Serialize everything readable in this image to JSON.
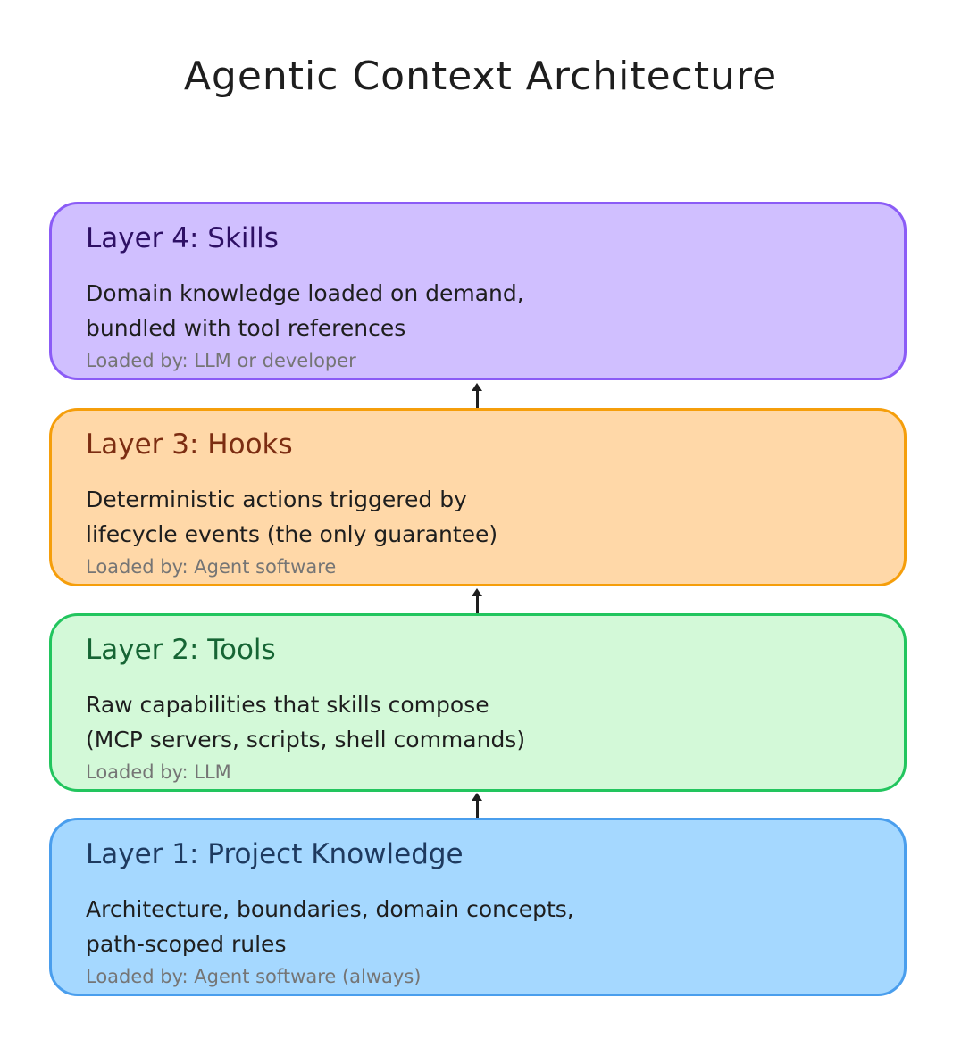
{
  "title": "Agentic Context Architecture",
  "layers": [
    {
      "title": "Layer 4: Skills",
      "desc": "Domain knowledge loaded on demand,\nbundled with tool references",
      "loaded": "Loaded by: LLM or developer",
      "fill": "#d0bfff",
      "stroke": "#8b5cf6",
      "title_color": "#2e1065"
    },
    {
      "title": "Layer 3: Hooks",
      "desc": "Deterministic actions triggered by\nlifecycle events (the only guarantee)",
      "loaded": "Loaded by: Agent software",
      "fill": "#ffd8a8",
      "stroke": "#f59e0b",
      "title_color": "#7c2d12"
    },
    {
      "title": "Layer 2: Tools",
      "desc": "Raw capabilities that skills compose\n(MCP servers, scripts, shell commands)",
      "loaded": "Loaded by: LLM",
      "fill": "#d3f9d8",
      "stroke": "#22c55e",
      "title_color": "#166534"
    },
    {
      "title": "Layer 1: Project Knowledge",
      "desc": "Architecture, boundaries, domain concepts,\npath-scoped rules",
      "loaded": "Loaded by: Agent software (always)",
      "fill": "#a5d8ff",
      "stroke": "#4a9eed",
      "title_color": "#1e3a5f"
    }
  ]
}
